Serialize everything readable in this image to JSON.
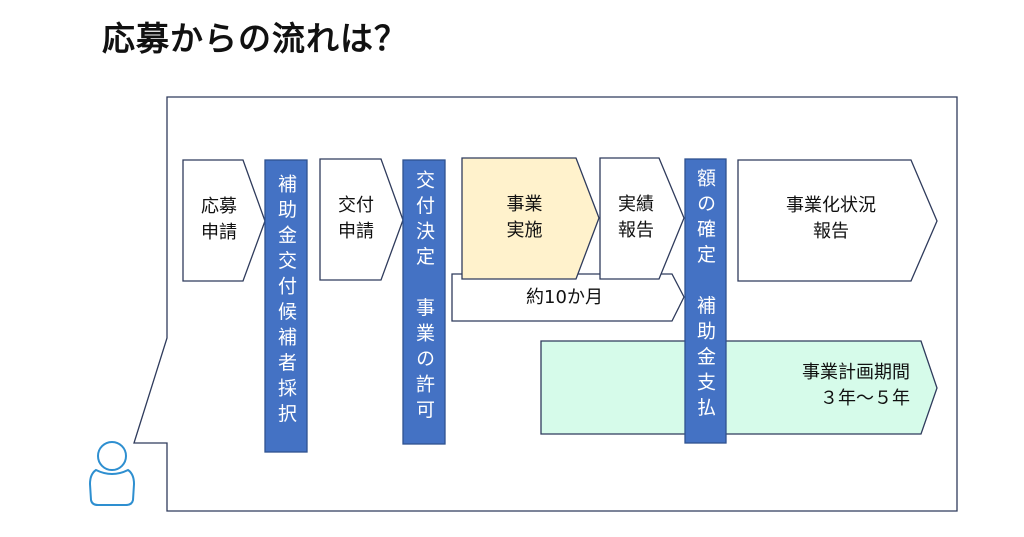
{
  "title": "応募からの流れは？",
  "colors": {
    "bar_blue": "#4472C4",
    "bar_border": "#2F528F",
    "outline": "#2F3B5C",
    "implementation_fill": "#FFF2CC",
    "plan_fill": "#D6FBEA",
    "person_icon": "#2E8FD0"
  },
  "steps": {
    "application": "応募\n申請",
    "selection": "補助金交付候補者採択",
    "grant_application": "交付\n申請",
    "grant_decision": "交付決定　事業の許可",
    "implementation": "事業\n実施",
    "performance_report": "実績\n報告",
    "finalization": "額の確定　補助金支払",
    "commercialization_report": "事業化状況\n報告"
  },
  "durations": {
    "implementation_period": "約10か月",
    "plan_period": "事業計画期間\n　３年～５年"
  }
}
